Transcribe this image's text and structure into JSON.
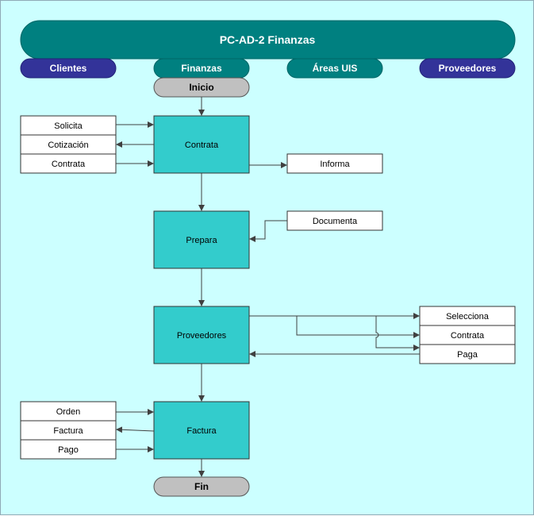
{
  "title": "PC-AD-2 Finanzas",
  "lanes": [
    {
      "label": "Clientes",
      "color": "#333399"
    },
    {
      "label": "Finanzas",
      "color": "#008080"
    },
    {
      "label": "Áreas UIS",
      "color": "#008080"
    },
    {
      "label": "Proveedores",
      "color": "#333399"
    }
  ],
  "terminals": {
    "start": "Inicio",
    "end": "Fin"
  },
  "processes": {
    "contrata": "Contrata",
    "prepara": "Prepara",
    "proveedores": "Proveedores",
    "factura": "Factura"
  },
  "clientes_group_1": [
    "Solicita",
    "Cotización",
    "Contrata"
  ],
  "clientes_group_2": [
    "Orden",
    "Factura",
    "Pago"
  ],
  "areas_items": {
    "informa": "Informa",
    "documenta": "Documenta"
  },
  "proveedores_items": [
    "Selecciona",
    "Contrata",
    "Paga"
  ],
  "colors": {
    "background": "#ccffff",
    "title_bar": "#008080",
    "process_fill": "#33cccc",
    "terminal_fill": "#c0c0c0",
    "connector": "#404040"
  }
}
